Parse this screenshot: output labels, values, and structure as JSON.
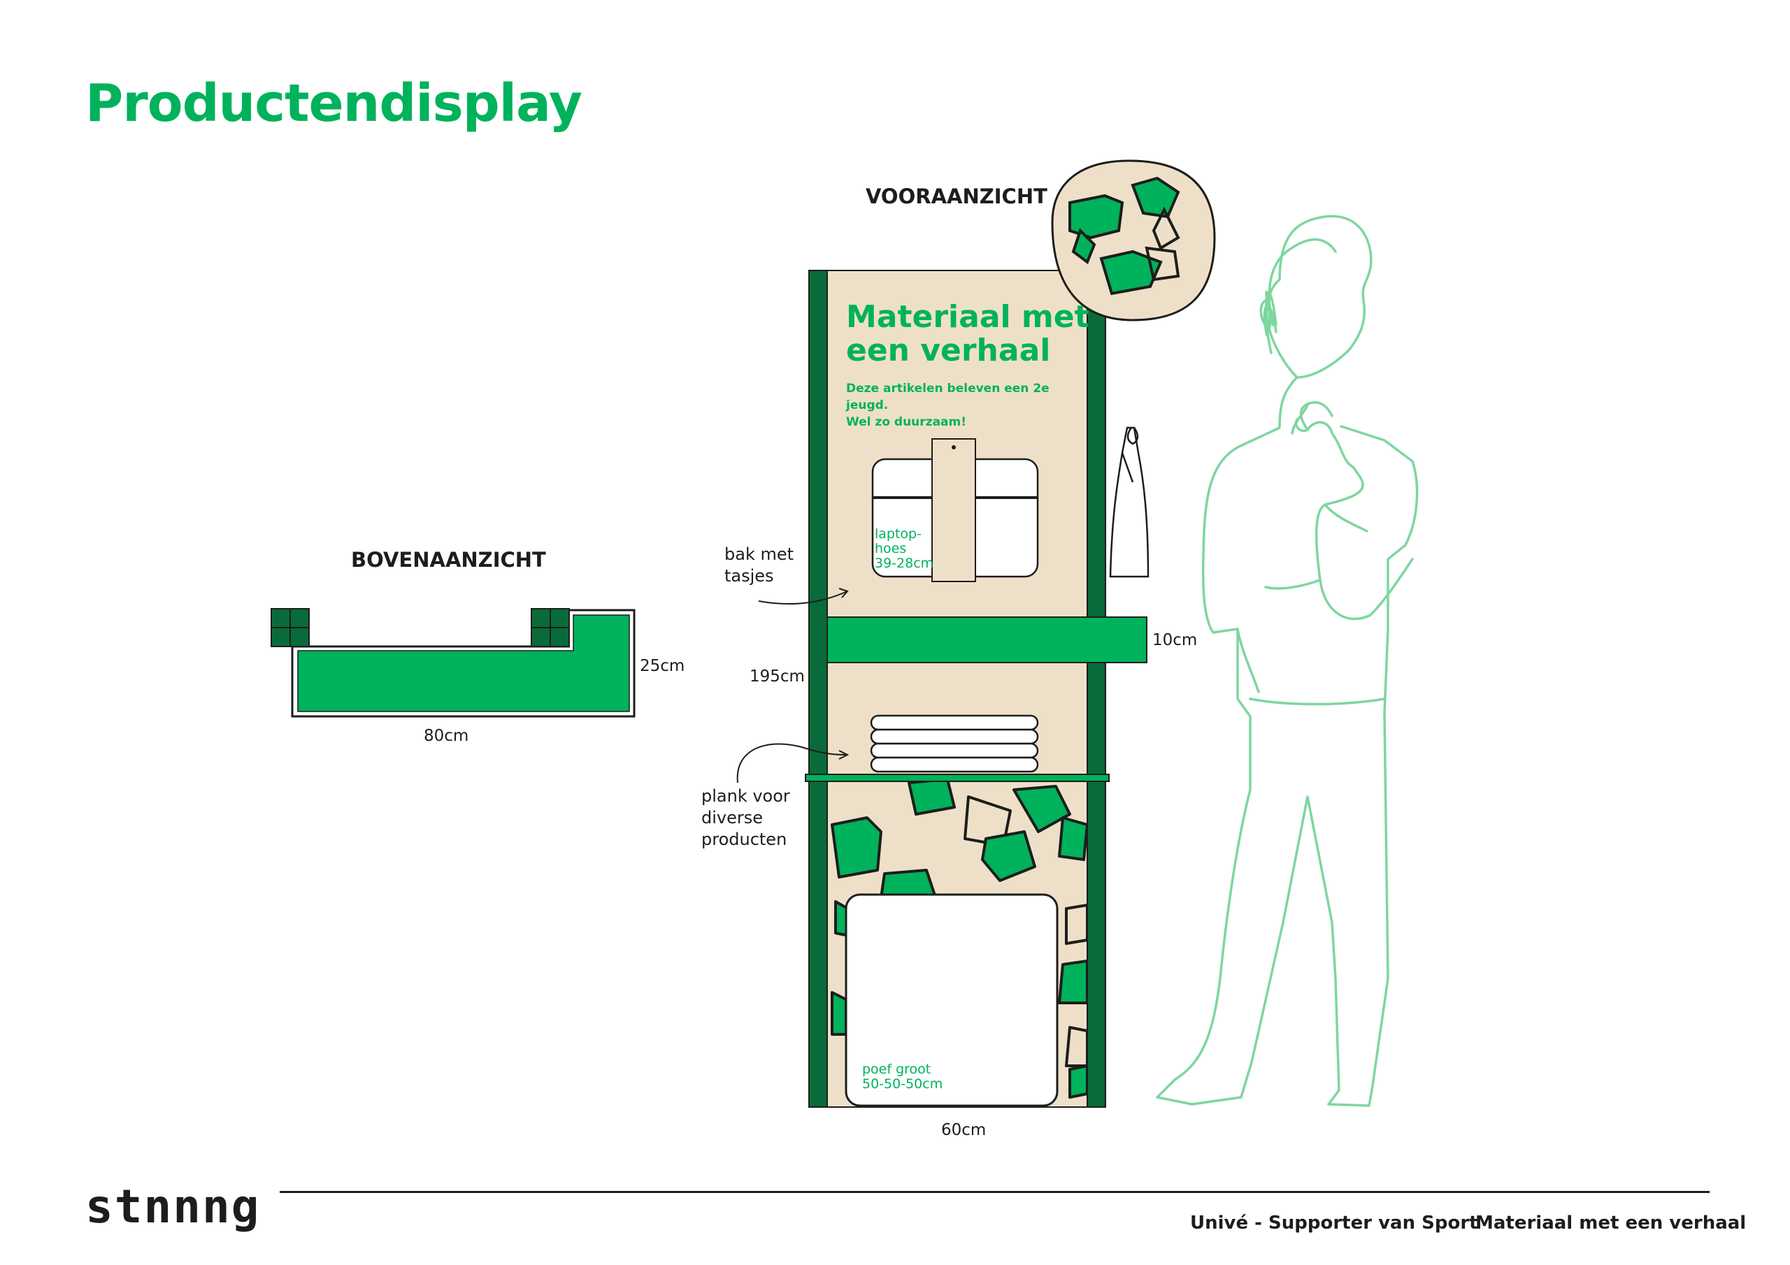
{
  "header": {
    "title": "Productendisplay"
  },
  "views": {
    "top_view_label": "BOVENAANZICHT",
    "front_view_label": "VOORAANZICHT"
  },
  "dimensions": {
    "top_depth": "25cm",
    "top_width": "80cm",
    "shelf_height": "10cm",
    "total_height": "195cm",
    "front_width": "60cm"
  },
  "callouts": {
    "bag_bin": "bak met\ntasjes",
    "shelf": "plank voor\ndiverse\nproducten"
  },
  "panel": {
    "heading": "Materiaal met\neen verhaal",
    "subtext": "Deze artikelen beleven een 2e jeugd.\nWel zo duurzaam!"
  },
  "products": {
    "laptop_sleeve": "laptop-\nhoes\n39-28cm",
    "pouf": "poef groot\n50-50-50cm"
  },
  "colors": {
    "brand_green": "#00b25b",
    "dark_green": "#0a6b3a",
    "plywood": "#eee0c8",
    "figure_outline": "#7ed6a0"
  },
  "footer": {
    "logo": "stnnng",
    "client": "Univé - Supporter van Sport",
    "project": "Materiaal met een verhaal"
  }
}
